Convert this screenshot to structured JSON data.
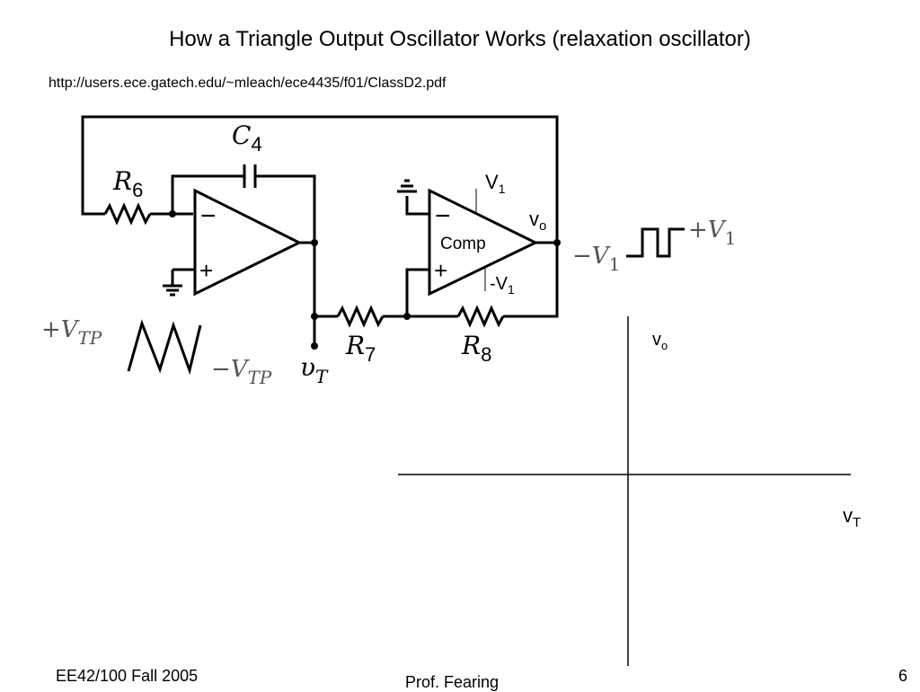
{
  "slide": {
    "title": "How a Triangle Output Oscillator Works (relaxation oscillator)",
    "url": "http://users.ece.gatech.edu/~mleach/ece4435/f01/ClassD2.pdf",
    "footer_left": "EE42/100 Fall 2005",
    "footer_center": "Prof. Fearing",
    "page_number": "6"
  },
  "circuit": {
    "c4": {
      "main": "C",
      "sub": "4"
    },
    "r6": {
      "main": "R",
      "sub": "6"
    },
    "r7": {
      "main": "R",
      "sub": "7"
    },
    "r8": {
      "main": "R",
      "sub": "8"
    },
    "comp_label": "Comp",
    "minus_sign": "−",
    "plus_sign": "+",
    "plus_vtp": {
      "main": "+V",
      "sub": "TP"
    },
    "minus_vtp": {
      "main": "−V",
      "sub": "TP"
    },
    "vt": {
      "main": "υ",
      "sub": "T"
    },
    "v1_top": {
      "main": "V",
      "sub": "1"
    },
    "v1_bottom": {
      "main": "-V",
      "sub": "1"
    },
    "vo": {
      "main": "v",
      "sub": "o"
    },
    "minus_v1_wave": {
      "main": "−V",
      "sub": "1"
    },
    "plus_v1_wave": {
      "main": "+V",
      "sub": "1"
    }
  },
  "plot": {
    "y_label": {
      "main": "v",
      "sub": "o"
    },
    "x_label": {
      "main": "v",
      "sub": "T"
    }
  }
}
